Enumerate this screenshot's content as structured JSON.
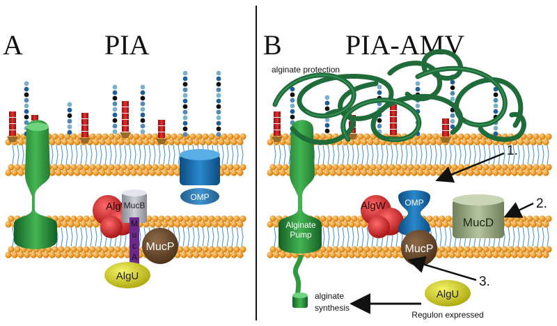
{
  "panels": {
    "a": {
      "letter": "A",
      "title": "PIA"
    },
    "b": {
      "letter": "B",
      "title": "PIA-AMV"
    }
  },
  "labels_a": {
    "omp": "OMP",
    "algw": "AlgW",
    "mucb": "MucB",
    "muca_letters": [
      "M",
      "u",
      "c",
      "A"
    ],
    "mucp": "MucP",
    "algu": "AlgU"
  },
  "labels_b": {
    "alginate_protection": "alginate protection",
    "algw": "AlgW",
    "omp": "OMP",
    "pump_line1": "Alginate",
    "pump_line2": "Pump",
    "mucd": "MucD",
    "mucp": "MucP",
    "algu": "AlgU",
    "regulon": "Regulon expressed",
    "synth_line1": "alginate",
    "synth_line2": "synthesis",
    "callouts": [
      "1.",
      "2.",
      "3."
    ]
  },
  "colors": {
    "membrane_bead": "#f39a12",
    "membrane_tail": "#3f8fd0",
    "alginate_green": "#1f6b3a",
    "pump_green": "#2f9a3e",
    "algw_red": "#d92020",
    "mucb_gray": "#a9a9b3",
    "omp_blue": "#1a6fb0",
    "mucp_brown": "#6a4a2e",
    "algu_yellow": "#d8d51d",
    "muca_purple": "#6b2a8a",
    "mucd_green": "#9fb08a",
    "divider": "#111111"
  }
}
